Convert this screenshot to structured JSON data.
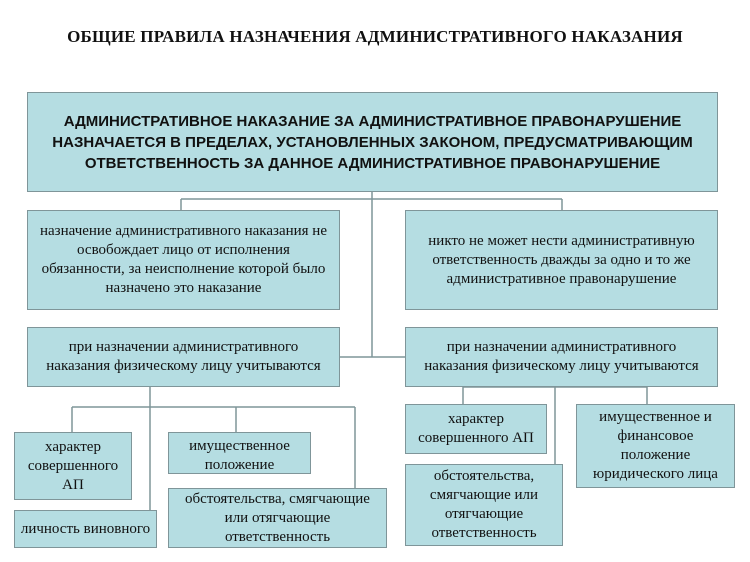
{
  "title": "ОБЩИЕ ПРАВИЛА НАЗНАЧЕНИЯ АДМИНИСТРАТИВНОГО НАКАЗАНИЯ",
  "main_rule": "АДМИНИСТРАТИВНОЕ НАКАЗАНИЕ ЗА АДМИНИСТРАТИВНОЕ ПРАВОНАРУШЕНИЕ НАЗНАЧАЕТСЯ В ПРЕДЕЛАХ, УСТАНОВЛЕННЫХ ЗАКОНОМ, ПРЕДУСМАТРИВАЮЩИМ ОТВЕТСТВЕННОСТЬ ЗА ДАННОЕ АДМИНИСТРАТИВНОЕ ПРАВОНАРУШЕНИЕ",
  "rule_obligation": "назначение административного наказания не освобождает лицо от исполнения обязанности, за неисполнение которой было назначено это наказание",
  "rule_no_double": "никто не может нести административную ответственность дважды за одно и то же административное правонарушение",
  "individual": {
    "heading": "при назначении административного наказания физическому лицу учитываются",
    "items": [
      "характер совершенного АП",
      "имущественное положение",
      "личность виновного",
      "обстоятельства, смягчающие или отягчающие ответственность"
    ]
  },
  "legal_entity": {
    "heading": "при назначении административного наказания физическому лицу учитываются",
    "items": [
      "характер совершенного АП",
      "имущественное и финансовое положение юридического лица",
      "обстоятельства, смягчающие или отягчающие ответственность"
    ]
  },
  "colors": {
    "box_fill": "#b5dde2",
    "box_border": "#7f9599",
    "connector": "#7f9599"
  }
}
